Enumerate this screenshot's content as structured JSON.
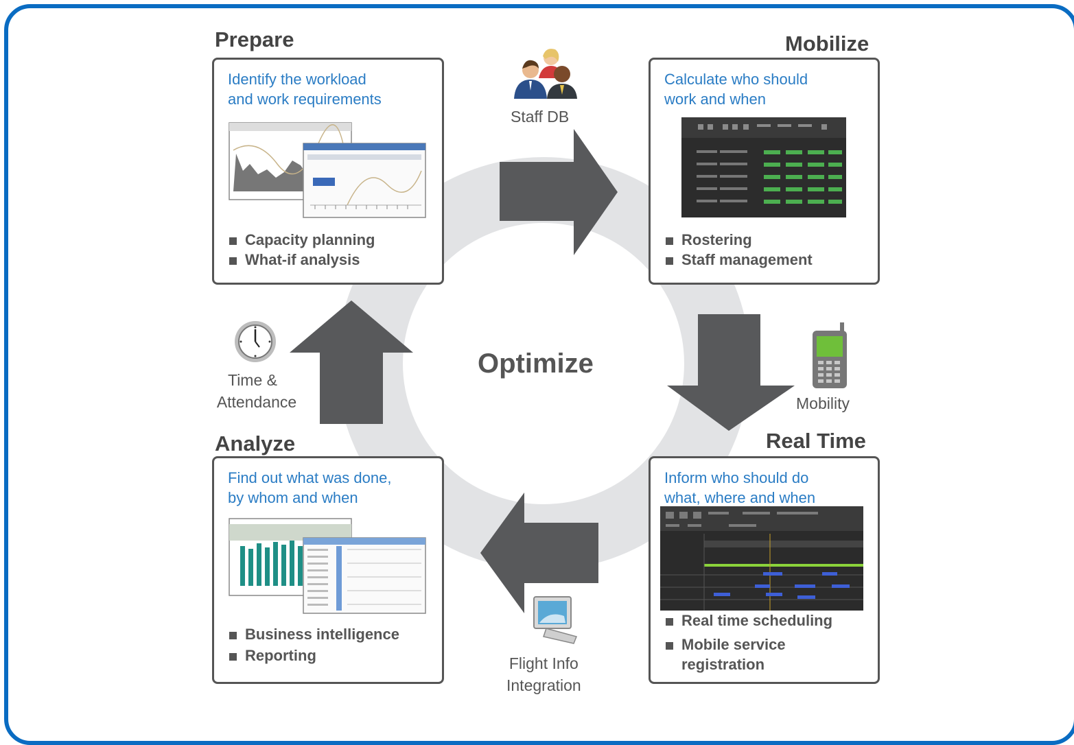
{
  "diagram": {
    "center_label": "Optimize",
    "phases": [
      {
        "id": "prepare",
        "title": "Prepare",
        "description_lines": [
          "Identify the workload",
          "and work requirements"
        ],
        "bullets": [
          "Capacity planning",
          "What-if analysis"
        ]
      },
      {
        "id": "mobilize",
        "title": "Mobilize",
        "description_lines": [
          "Calculate who should",
          "work and when"
        ],
        "bullets": [
          "Rostering",
          "Staff management"
        ]
      },
      {
        "id": "realtime",
        "title": "Real Time",
        "description_lines": [
          "Inform who should do",
          "what, where and when"
        ],
        "bullets": [
          "Real time scheduling",
          "Mobile service registration"
        ]
      },
      {
        "id": "analyze",
        "title": "Analyze",
        "description_lines": [
          "Find out what was done,",
          "by whom and when"
        ],
        "bullets": [
          "Business intelligence",
          "Reporting"
        ]
      }
    ],
    "integrations": {
      "staff_db": {
        "label": "Staff DB",
        "icon": "people-icon"
      },
      "mobility": {
        "label": "Mobility",
        "icon": "mobile-phone-icon"
      },
      "flight_info": {
        "label_lines": [
          "Flight Info",
          "Integration"
        ],
        "icon": "computer-monitor-icon"
      },
      "time_attendance": {
        "label_lines": [
          "Time &",
          "Attendance"
        ],
        "icon": "clock-icon"
      }
    }
  },
  "colors": {
    "frame_border": "#0a6cc2",
    "arrow": "#58595b",
    "ring": "#e2e3e5",
    "description_text": "#2a7cc4",
    "title_text": "#444444"
  }
}
